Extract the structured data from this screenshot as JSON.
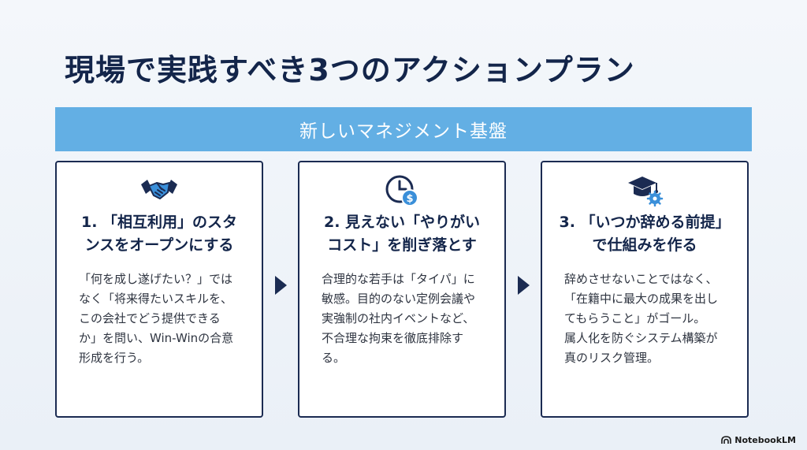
{
  "slide": {
    "title": "現場で実践すべき3つのアクションプラン",
    "banner": "新しいマネジメント基盤"
  },
  "cards": [
    {
      "icon": "handshake-icon",
      "heading": [
        "1. 「相互利用」のスタ",
        "ンスをオープンにする"
      ],
      "body": [
        "「何を成し遂げたい？」では",
        "なく「将来得たいスキルを、",
        "この会社でどう提供できる",
        "か」を問い、Win-Winの合意",
        "形成を行う。"
      ]
    },
    {
      "icon": "clock-coin-icon",
      "heading": [
        "2. 見えない「やりがい",
        "コスト」を削ぎ落とす"
      ],
      "body": [
        "合理的な若手は「タイパ」に",
        "敏感。目的のない定例会議や",
        "実強制の社内イベントなど、",
        "不合理な拘束を徹底排除す",
        "る。"
      ]
    },
    {
      "icon": "graduation-cap-gear-icon",
      "heading": [
        "3. 「いつか辞める前提」",
        "で仕組みを作る"
      ],
      "body": [
        "辞めさせないことではなく、",
        "「在籍中に最大の成果を出し",
        "てもらうこと」がゴール。",
        "属人化を防ぐシステム構築が",
        "真のリスク管理。"
      ]
    }
  ],
  "branding": {
    "label": "NotebookLM"
  },
  "colors": {
    "navy": "#1b2b52",
    "banner": "#63afe4",
    "accent": "#3a8fd9"
  }
}
